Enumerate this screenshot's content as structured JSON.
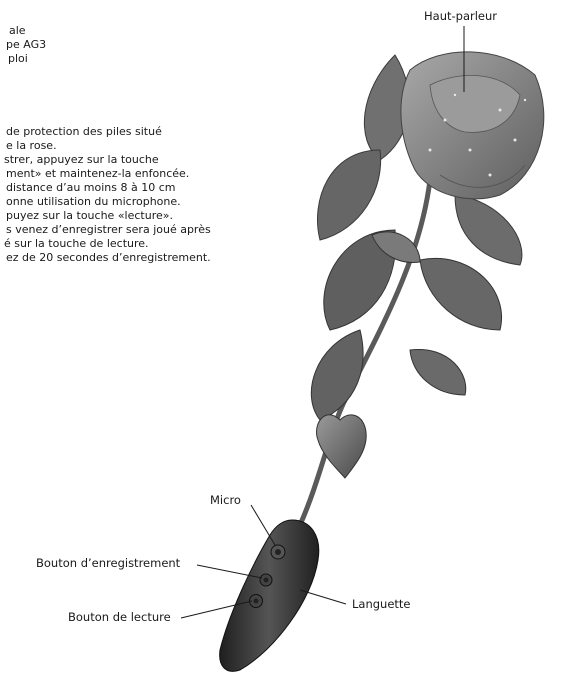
{
  "text": {
    "intro": [
      "ale",
      "pe AG3",
      "ploi"
    ],
    "instructions": [
      "de protection des piles situé",
      "e la rose.",
      "strer, appuyez sur la touche",
      "ment» et maintenez-la enfoncée.",
      " distance d’au moins 8 à 10 cm",
      "onne utilisation du microphone.",
      "puyez sur la touche «lecture».",
      "s venez d’enregistrer sera joué après",
      "é sur la touche de lecture.",
      "ez de 20 secondes d’enregistrement."
    ]
  },
  "labels": {
    "speaker": "Haut-parleur",
    "mic": "Micro",
    "record_button": "Bouton d’enregistrement",
    "play_button": "Bouton de lecture",
    "tab": "Languette"
  },
  "colors": {
    "leaf": "#6f6f6f",
    "leaf_dark": "#3d3d3d",
    "petal": "#8a8a8a",
    "handle": "#3a3a3a",
    "heart": "#7a7a7a"
  }
}
